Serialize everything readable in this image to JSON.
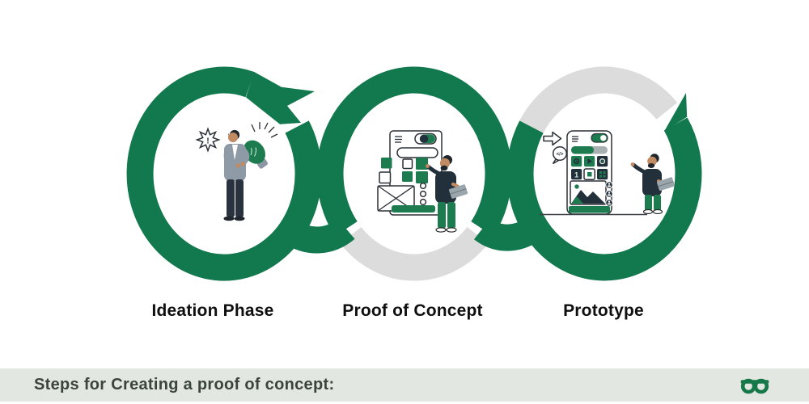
{
  "steps": [
    {
      "label": "Ideation Phase"
    },
    {
      "label": "Proof of Concept"
    },
    {
      "label": "Prototype"
    }
  ],
  "footer": {
    "caption": "Steps for Creating a proof of concept:",
    "logo_alt": "GeeksforGeeks logo"
  },
  "colors": {
    "ring_green": "#12784d",
    "ring_gray": "#dcdcdc",
    "illustration_green": "#1d7c4f",
    "footer_bg": "#e2e7e1",
    "footer_text": "#3b443c",
    "label_text": "#0f0f0f",
    "dark": "#22303b",
    "logo_green": "#17784a"
  },
  "illustrations": {
    "ideation": {
      "description": "man holding a green idea lightbulb with exclamation starburst",
      "exclamation": "!"
    },
    "proof_of_concept": {
      "description": "designer with laptop pointing at wireframe layout"
    },
    "prototype": {
      "description": "developer with laptop pointing at mobile app prototype",
      "code_snippet": "</>",
      "grid_number": "1"
    }
  }
}
